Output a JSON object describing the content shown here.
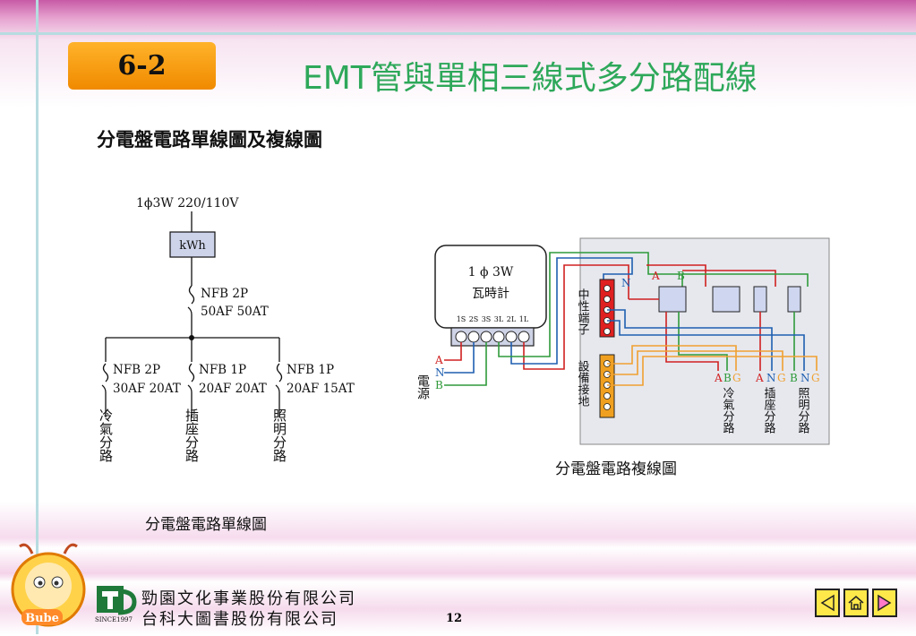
{
  "header": {
    "section_badge": "6-2",
    "title": "EMT管與單相三線式多分路配線"
  },
  "subtitle": "分電盤電路單線圖及複線圖",
  "single_line": {
    "supply": "1ϕ3W 220/110V",
    "meter": "kWh",
    "main_breaker": [
      "NFB 2P",
      "50AF 50AT"
    ],
    "branches": [
      {
        "breaker": [
          "NFB 2P",
          "30AF 20AT"
        ],
        "circuit": "冷氣分路"
      },
      {
        "breaker": [
          "NFB 1P",
          "20AF 20AT"
        ],
        "circuit": "插座分路"
      },
      {
        "breaker": [
          "NFB 1P",
          "20AF 15AT"
        ],
        "circuit": "照明分路"
      }
    ],
    "caption": "分電盤電路單線圖"
  },
  "multi_line": {
    "meter_line1": "1 ϕ 3W",
    "meter_line2": "瓦時計",
    "terminals": [
      "1S",
      "2S",
      "3S",
      "3L",
      "2L",
      "1L"
    ],
    "source_label": "電源",
    "source_wires": [
      "A",
      "N",
      "B"
    ],
    "neutral_bar": "中性端子",
    "ground_bar": "設備接地",
    "bus_labels": [
      "N",
      "A",
      "B"
    ],
    "outputs": [
      {
        "wires": [
          "A",
          "B",
          "G"
        ],
        "name": "冷氣分路"
      },
      {
        "wires": [
          "A",
          "N",
          "G"
        ],
        "name": "插座分路"
      },
      {
        "wires": [
          "B",
          "N",
          "G"
        ],
        "name": "照明分路"
      }
    ],
    "caption": "分電盤電路複線圖",
    "colors": {
      "A": "#d02020",
      "N": "#1f5fb0",
      "B": "#2f9a3a",
      "G": "#f0a030"
    }
  },
  "footer": {
    "company_1": "勁園文化事業股份有限公司",
    "company_2": "台科大圖書股份有限公司",
    "since": "SINCE1997",
    "mascot_text": "Bube",
    "page_number": "12",
    "nav": [
      "previous",
      "home",
      "next"
    ]
  }
}
